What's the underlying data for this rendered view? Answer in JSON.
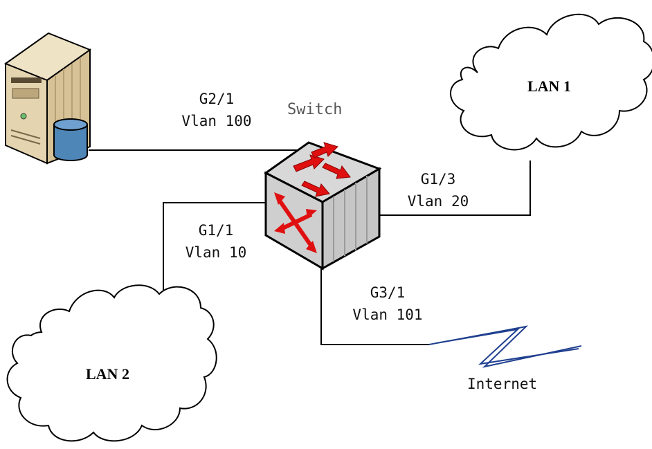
{
  "switch": {
    "title": "Switch"
  },
  "links": {
    "server": {
      "port": "G2/1",
      "vlan": "Vlan 100"
    },
    "lan2": {
      "port": "G1/1",
      "vlan": "Vlan 10"
    },
    "lan1": {
      "port": "G1/3",
      "vlan": "Vlan 20"
    },
    "internet": {
      "port": "G3/1",
      "vlan": "Vlan 101"
    }
  },
  "clouds": {
    "lan1": {
      "label": "LAN 1"
    },
    "lan2": {
      "label": "LAN 2"
    }
  },
  "internet": {
    "label": "Internet"
  },
  "colors": {
    "line": "#000000",
    "arrow": "#e01010",
    "cube_face": "#d0d0d0",
    "server_body": "#d9c9a6",
    "server_disk": "#4f86b8",
    "lightning": "#1f3f8f"
  },
  "icons": [
    "server-icon",
    "switch-icon",
    "cloud-icon",
    "lightning-icon"
  ]
}
